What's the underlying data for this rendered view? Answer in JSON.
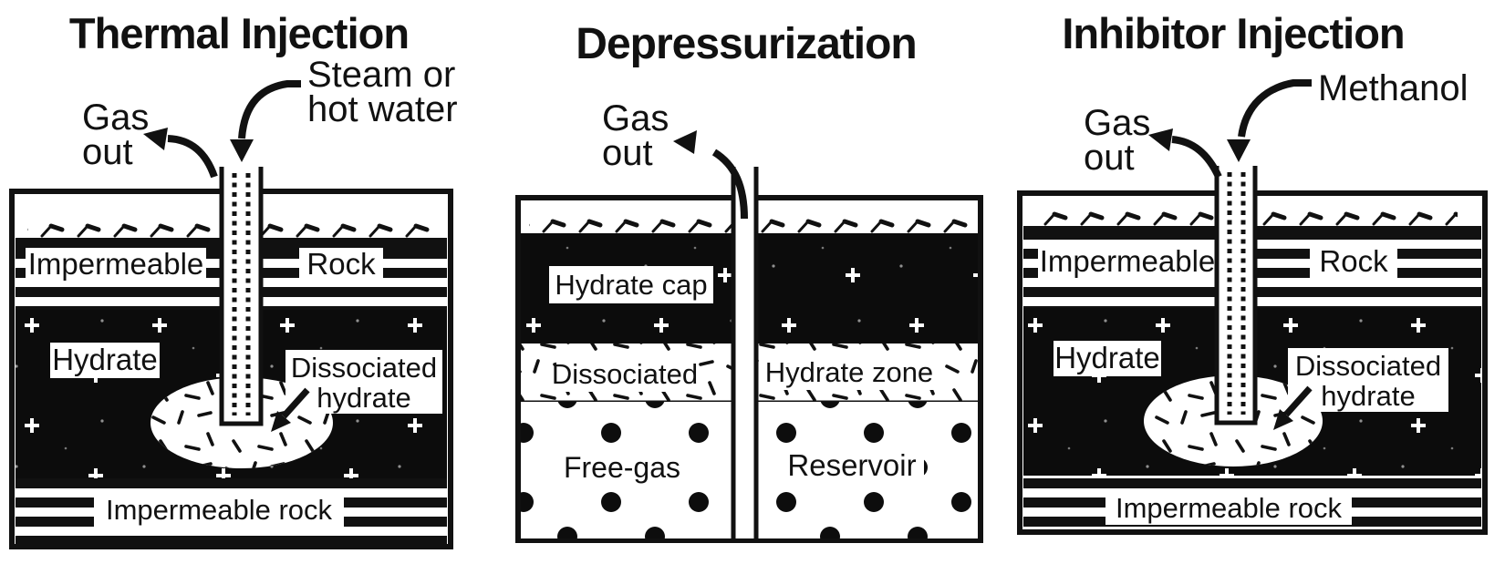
{
  "figure": {
    "description": "Three schematic cross-sections of gas hydrate production methods",
    "colors": {
      "ink": "#111111",
      "paper": "#ffffff"
    }
  },
  "panels": [
    {
      "title": "Thermal Injection",
      "annotations": {
        "gas_out": {
          "line1": "Gas",
          "line2": "out"
        },
        "injection": {
          "line1": "Steam or",
          "line2": "hot water"
        }
      },
      "layers": {
        "cap_left": "Impermeable",
        "cap_right": "Rock",
        "hydrate": "Hydrate",
        "dissociated": {
          "line1": "Dissociated",
          "line2": "hydrate"
        },
        "bottom": "Impermeable rock"
      }
    },
    {
      "title": "Depressurization",
      "annotations": {
        "gas_out": {
          "line1": "Gas",
          "line2": "out"
        }
      },
      "layers": {
        "cap": "Hydrate cap",
        "dissociated": "Dissociated",
        "hydrate_zone": "Hydrate zone",
        "free_gas": "Free-gas",
        "reservoir": "Reservoir"
      }
    },
    {
      "title": "Inhibitor Injection",
      "annotations": {
        "gas_out": {
          "line1": "Gas",
          "line2": "out"
        },
        "injection": {
          "line1": "Methanol"
        }
      },
      "layers": {
        "cap_left": "Impermeable",
        "cap_right": "Rock",
        "hydrate": "Hydrate",
        "dissociated": {
          "line1": "Dissociated",
          "line2": "hydrate"
        },
        "bottom": "Impermeable rock"
      }
    }
  ]
}
